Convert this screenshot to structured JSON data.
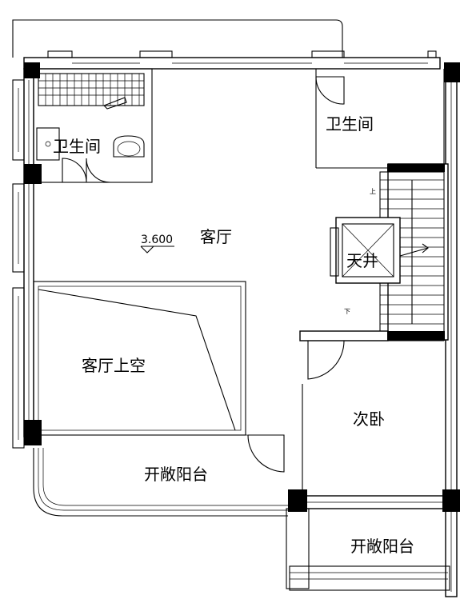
{
  "rooms": {
    "bathroom_left": "卫生间",
    "bathroom_right": "卫生间",
    "living_room": "客厅",
    "skywell": "天井",
    "living_void": "客厅上空",
    "secondary_bedroom": "次卧",
    "open_balcony_left": "开敞阳台",
    "open_balcony_right": "开敞阳台"
  },
  "elevation": "3.600",
  "stair_marks": {
    "up": "上",
    "down": "下"
  }
}
